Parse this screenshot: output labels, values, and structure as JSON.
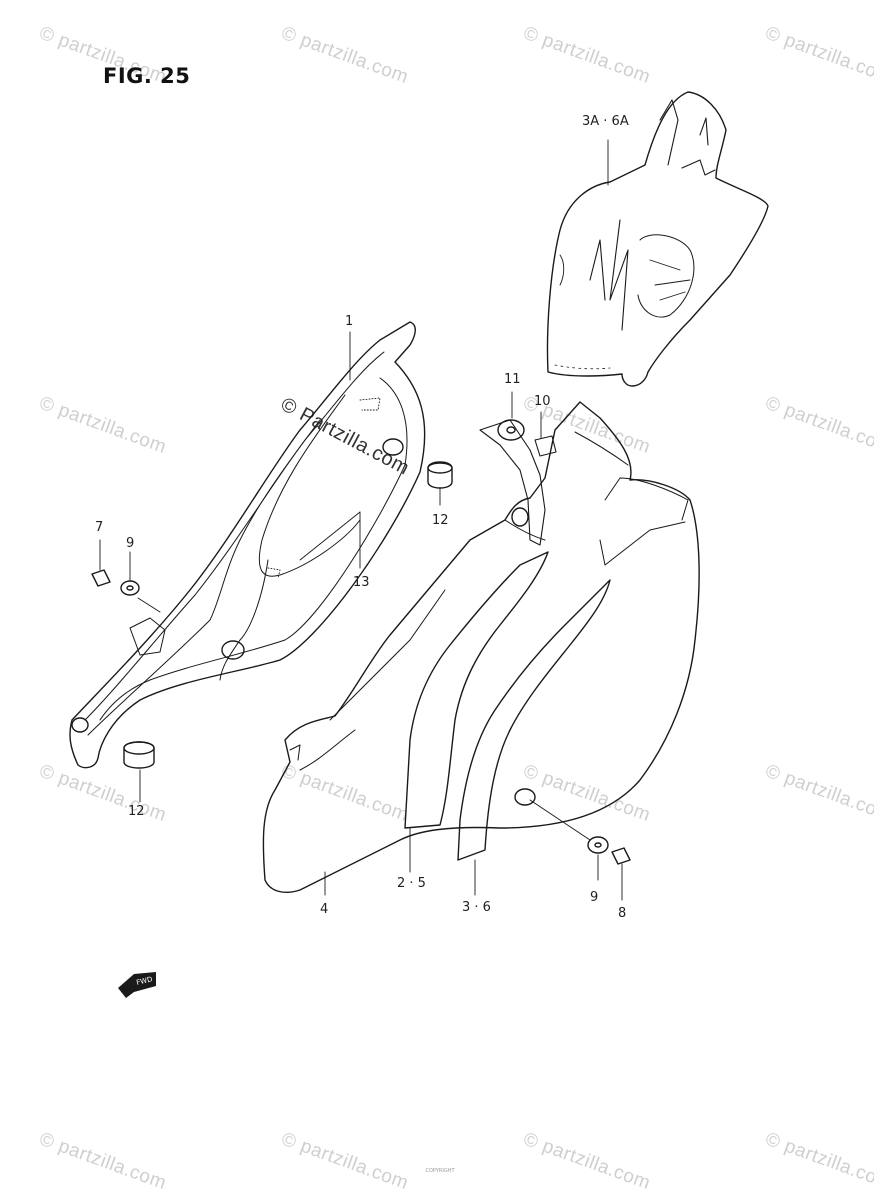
{
  "figure": {
    "title": "FIG. 25"
  },
  "watermark": {
    "text": "© partzilla.com",
    "center_text": "© Partzilla.com"
  },
  "callouts": {
    "c1": "1",
    "c3a6a": "3A · 6A",
    "c11": "11",
    "c10": "10",
    "c12a": "12",
    "c7": "7",
    "c9a": "9",
    "c13": "13",
    "c12b": "12",
    "c4": "4",
    "c25": "2 · 5",
    "c36": "3 · 6",
    "c9b": "9",
    "c8": "8"
  },
  "fwd_label": "FWD",
  "footer": {
    "copyright": "COPYRIGHT"
  },
  "colors": {
    "line": "#1a1a1a",
    "watermark": "#cfcfcf"
  }
}
